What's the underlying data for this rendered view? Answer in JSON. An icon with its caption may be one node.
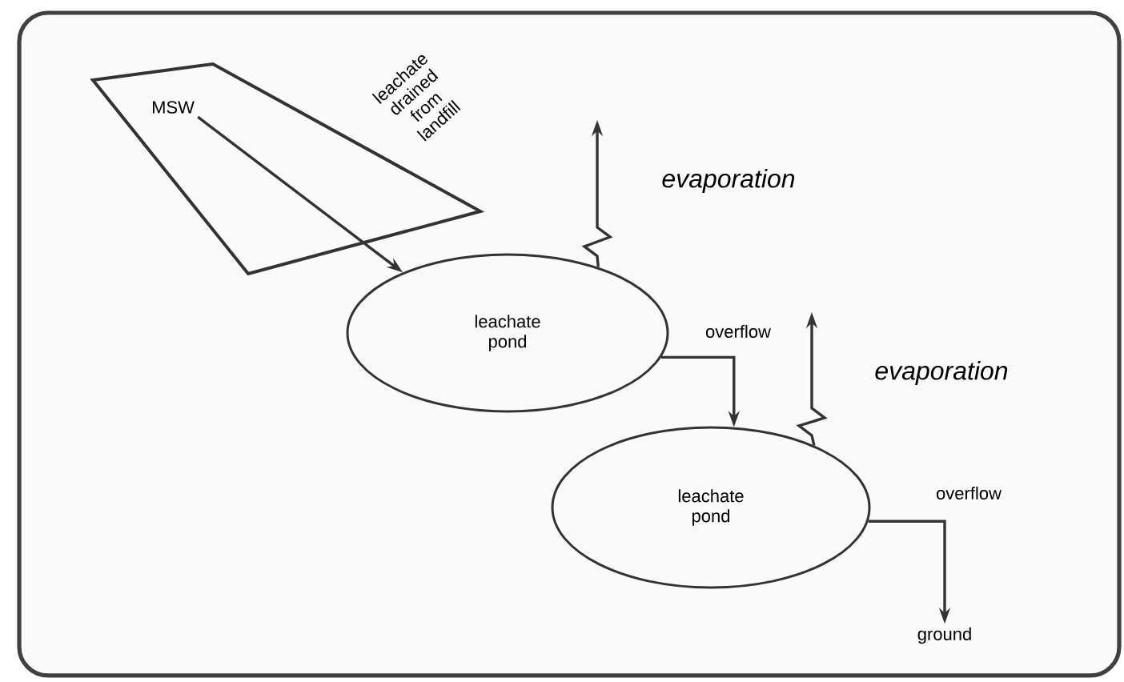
{
  "diagram": {
    "nodes": [
      {
        "text": [
          "MSW"
        ],
        "beside": [
          "leachate drained from landfill"
        ]
      },
      {
        "text": [
          "leachate pond"
        ]
      },
      {
        "text": [
          "leachate pond"
        ]
      },
      {
        "text": [
          "ground"
        ]
      }
    ],
    "edges": [
      {
        "from": 0,
        "to": 1,
        "arrow": "to"
      },
      {
        "from": 1,
        "to": null,
        "arrow": "to",
        "label": "evaporation"
      },
      {
        "from": 1,
        "to": 2,
        "arrow": "to",
        "label": "overflow"
      },
      {
        "from": 2,
        "to": null,
        "arrow": "to",
        "label": "evaporation"
      },
      {
        "from": 2,
        "to": 3,
        "arrow": "to",
        "label": "overflow"
      }
    ]
  }
}
